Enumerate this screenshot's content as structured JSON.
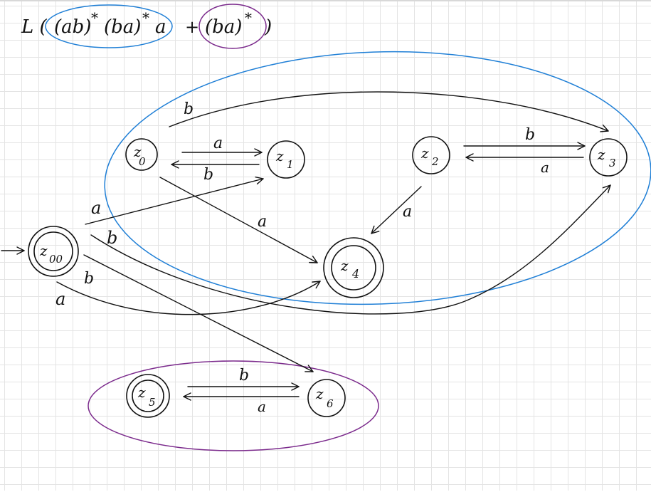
{
  "expression": {
    "prefix": "L (",
    "part1": "(ab)",
    "star1": "*",
    "part2": "(ba)",
    "star2": "*",
    "part3": "a",
    "plus": "+",
    "part4": "(ba)",
    "star4": "*",
    "suffix": ")"
  },
  "colors": {
    "ink": "#111111",
    "blue_group": "#1f7fd6",
    "purple_group": "#7b2a8c",
    "grid": "#e4e4e4"
  },
  "states": {
    "z00": {
      "main": "z",
      "sub": "00",
      "final": true,
      "initial": true
    },
    "z0": {
      "main": "z",
      "sub": "0",
      "final": false
    },
    "z1": {
      "main": "z",
      "sub": "1",
      "final": false
    },
    "z2": {
      "main": "z",
      "sub": "2",
      "final": false
    },
    "z3": {
      "main": "z",
      "sub": "3",
      "final": false
    },
    "z4": {
      "main": "z",
      "sub": "4",
      "final": true
    },
    "z5": {
      "main": "z",
      "sub": "5",
      "final": true
    },
    "z6": {
      "main": "z",
      "sub": "6",
      "final": false
    }
  },
  "transitions": {
    "z0_z3": "b",
    "z0_z1": "a",
    "z1_z0": "b",
    "z0_z4": "a",
    "z2_z3": "b",
    "z3_z2": "a",
    "z2_z4": "a",
    "z00_z1": "a",
    "z00_z3": "b",
    "z00_z6": "b",
    "z00_z4": "a",
    "z5_z6": "b",
    "z6_z5": "a"
  }
}
